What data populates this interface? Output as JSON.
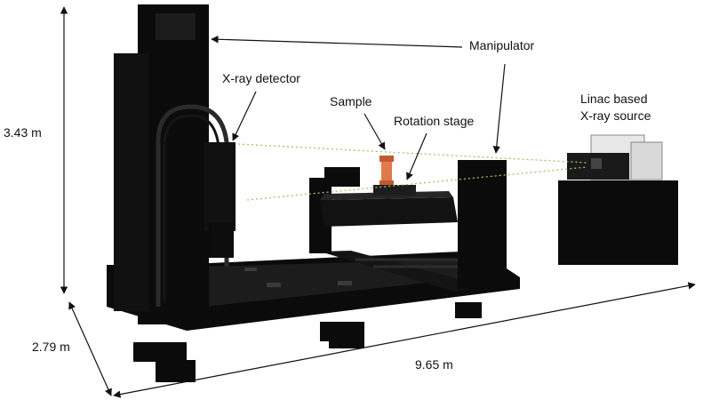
{
  "labels": {
    "manipulator": "Manipulator",
    "xray_detector": "X-ray detector",
    "sample": "Sample",
    "rotation_stage": "Rotation stage",
    "source_line1": "Linac based",
    "source_line2": "X-ray source"
  },
  "dimensions": {
    "height": "3.43 m",
    "depth": "2.79 m",
    "length": "9.65 m"
  },
  "colors": {
    "machine": "#0b0b0b",
    "machine_edge": "#2a2a2a",
    "sample": "#e07a4a",
    "beam": "#9cc46a",
    "source_top": "#e8e8e8"
  }
}
